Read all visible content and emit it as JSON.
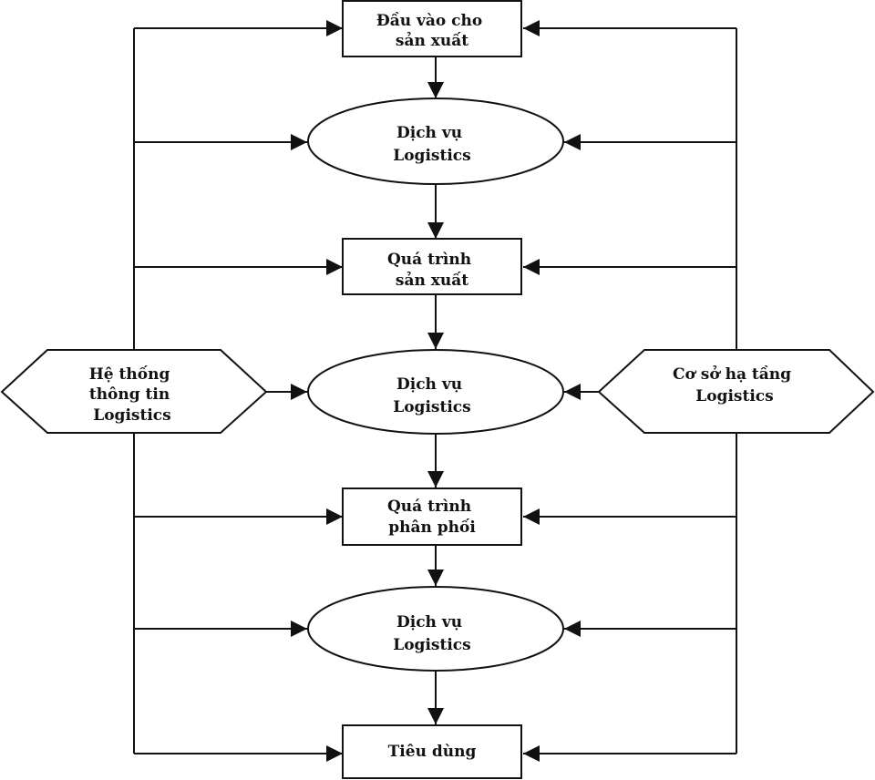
{
  "nodes": {
    "inputs": {
      "lines": [
        "Đầu vào cho",
        "sản xuất"
      ]
    },
    "logistics_service_1": {
      "lines": [
        "Dịch vụ",
        "Logistics"
      ]
    },
    "production_process": {
      "lines": [
        "Quá trình",
        "sản xuất"
      ]
    },
    "logistics_service_2": {
      "lines": [
        "Dịch vụ",
        "Logistics"
      ]
    },
    "distribution_process": {
      "lines": [
        "Quá trình",
        "phân phối"
      ]
    },
    "logistics_service_3": {
      "lines": [
        "Dịch vụ",
        "Logistics"
      ]
    },
    "consumption": {
      "lines": [
        "Tiêu dùng"
      ]
    },
    "info_system": {
      "lines": [
        "Hệ thống",
        "thông tin",
        "Logistics"
      ]
    },
    "infrastructure": {
      "lines": [
        "Cơ sở hạ tầng",
        "Logistics"
      ]
    }
  },
  "colors": {
    "stroke": "#111111",
    "background": "#ffffff"
  }
}
